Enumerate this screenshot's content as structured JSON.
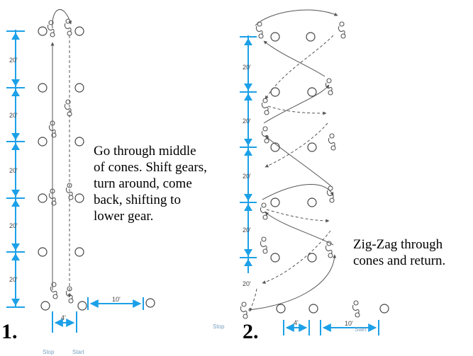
{
  "colors": {
    "accent": "#1ca0e8",
    "line": "#444444"
  },
  "diagram1": {
    "number": "1.",
    "caption": "Go through middle\nof cones. Shift gears,\nturn around, come\nback, shifting to\nlower gear.",
    "segment_label": "20'",
    "width_label": "4'",
    "runup_label": "10'",
    "stop_label": "Stop",
    "start_label": "Start"
  },
  "diagram2": {
    "number": "2.",
    "caption": "Zig-Zag through\ncones and return.",
    "segment_label": "20'",
    "width_label": "4'",
    "runup_label": "10'",
    "stop_label": "Stop",
    "start_label": "Start"
  }
}
